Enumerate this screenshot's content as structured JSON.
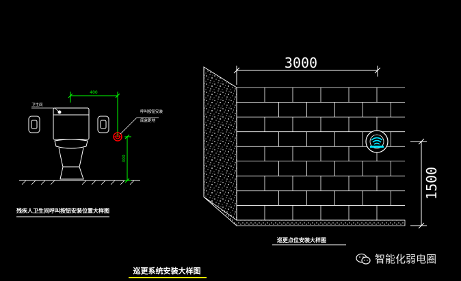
{
  "left_drawing": {
    "dim_top": "400",
    "dim_vertical": "300",
    "label_toilet": "卫生间",
    "label_button_line1": "呼叫按钮安装",
    "label_button_line2": "底盒距地",
    "caption": "残疾人卫生间呼叫按钮安装位置大样图"
  },
  "right_drawing": {
    "dim_horizontal": "3000",
    "dim_vertical": "1500",
    "caption": "巡更点位安装大样图"
  },
  "main_title": "巡更系统安装大样图",
  "watermark": {
    "text": "智能化弱电圈",
    "icon": "wechat-icon"
  },
  "colors": {
    "background": "#000000",
    "line_white": "#ffffff",
    "line_green": "#00ff00",
    "button_red": "#ff0000",
    "underline_yellow": "#ffff00",
    "marker_cyan": "#00e5ff"
  }
}
